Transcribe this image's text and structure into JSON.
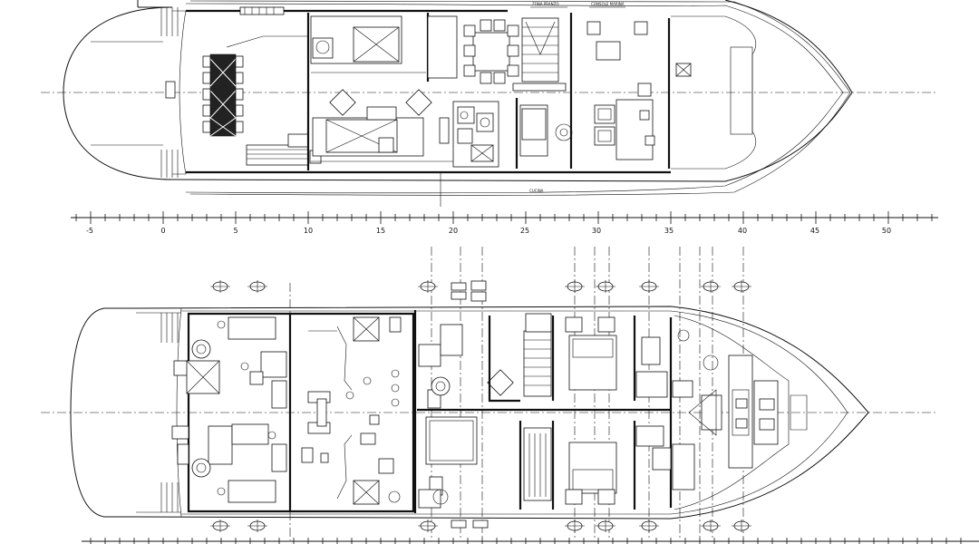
{
  "scale": {
    "labels": [
      "-5",
      "0",
      "5",
      "10",
      "15",
      "20",
      "25",
      "30",
      "35",
      "40",
      "45",
      "50"
    ]
  },
  "main_deck": {
    "labels": {
      "dining_zone": "ZONA PRANZO",
      "helm_station": "CONSOLE MARINA",
      "galley": "CUCINA"
    }
  }
}
